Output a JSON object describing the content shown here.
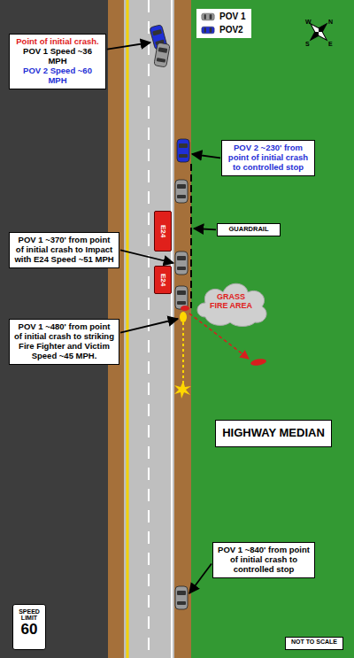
{
  "diagram": {
    "nodes": [
      {
        "text": [
          "Point of initial crash.",
          "POV 1 Speed ~36 MPH",
          "POV 2 Speed ~60 MPH"
        ]
      },
      {
        "text": [
          "POV 2 ~230' from point of initial crash to controlled stop"
        ]
      },
      {
        "text": [
          "E24"
        ]
      },
      {
        "text": [
          "GUARDRAIL"
        ]
      },
      {
        "text": [
          "POV 1 ~370' from point of initial crash to Impact with E24 Speed ~51 MPH"
        ]
      },
      {
        "text": [
          "E24"
        ]
      },
      {
        "text": [
          "GRASS FIRE AREA"
        ]
      },
      {
        "text": [
          "POV 1 ~480' from point of initial crash to striking Fire Fighter and Victim Speed ~45 MPH."
        ]
      },
      {
        "text": [
          "HIGHWAY MEDIAN"
        ]
      },
      {
        "text": [
          "POV 1 ~840' from point of initial crash to controlled stop"
        ]
      },
      {
        "text": [
          "SPEED LIMIT",
          "60"
        ]
      },
      {
        "text": [
          "NOT TO SCALE"
        ]
      }
    ],
    "labels": [
      "W",
      "N",
      "E",
      "S"
    ],
    "legend": [
      {
        "text": "POV 1"
      },
      {
        "text": "POV2"
      }
    ]
  }
}
